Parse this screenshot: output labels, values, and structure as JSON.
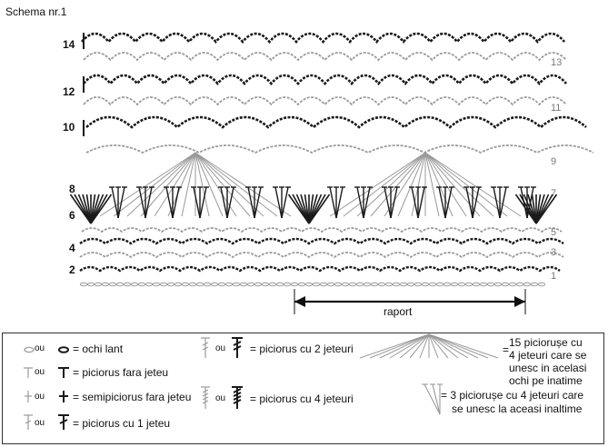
{
  "title": "Schema nr.1",
  "rows_left": [
    "14",
    "12",
    "10",
    "8",
    "6",
    "4",
    "2"
  ],
  "rows_right": [
    "13",
    "11",
    "9",
    "7",
    "5",
    "3",
    "1"
  ],
  "raport": "raport",
  "colors": {
    "dark": "#1a1a1a",
    "light": "#9a9a9a",
    "arrow": "#111111"
  },
  "legend": {
    "ou": "ou",
    "chain": "= ochi lant",
    "sc": "= piciorus fara jeteu",
    "slip": "= semipiciorus fara jeteu",
    "dc1": "= piciorus cu 1 jeteu",
    "dc2": "= piciorus cu 2 jeteuri",
    "dc4": "= piciorus cu 4 jeteuri",
    "fan15_eq": "=",
    "fan15_text": [
      "15 piciorușe cu",
      "4 jeteuri care se",
      "unesc in acelasi",
      "ochi pe inatime"
    ],
    "fan3_text": [
      "= 3 piciorușe cu 4 jeteuri care",
      "se unesc la aceasi inaltime"
    ]
  },
  "icons": [
    "chain-icon",
    "single-crochet-icon",
    "slip-stitch-icon",
    "double-crochet-icon",
    "treble-icon",
    "quadruple-treble-icon",
    "fan-15-icon",
    "fan-3-icon"
  ]
}
